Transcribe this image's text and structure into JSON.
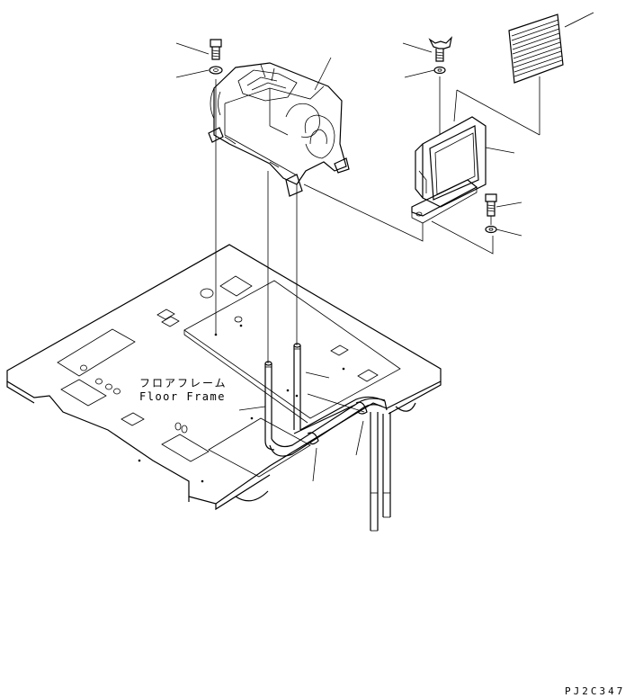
{
  "diagram": {
    "floor_label_jp": "フロアフレーム",
    "floor_label_en": "Floor Frame",
    "drawing_code": "PJ2C347"
  }
}
